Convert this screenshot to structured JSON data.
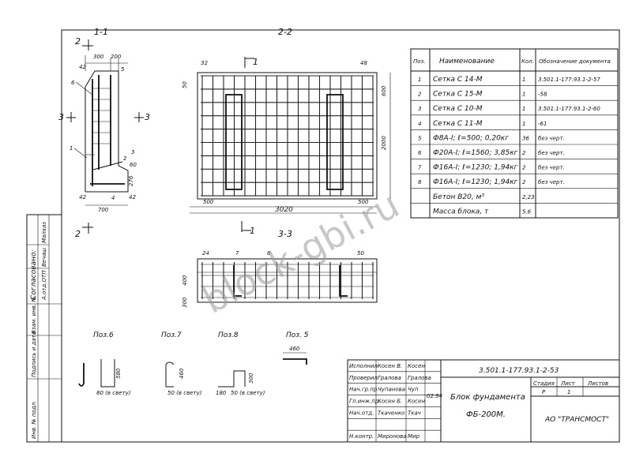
{
  "views": {
    "section_1_1": "1-1",
    "section_2_2": "2-2",
    "section_3_3": "3-3",
    "cut_2": "2",
    "cut_1": "1",
    "cut_3": "3"
  },
  "dims_1_1": {
    "d300": "300",
    "d200": "200",
    "d42a": "42",
    "d60": "60",
    "d276": "276",
    "d42b": "42",
    "d42c": "42",
    "d4": "4",
    "d700": "700",
    "p5": "5",
    "p6": "6",
    "p1": "1",
    "p3": "3",
    "p2": "2"
  },
  "dims_2_2": {
    "d32": "32",
    "d48": "48",
    "d50": "50",
    "d600": "600",
    "d2000": "2000",
    "d500a": "500",
    "d500b": "500",
    "d3020": "3020"
  },
  "dims_3_3": {
    "d24": "24",
    "d7": "7",
    "d8": "8",
    "d50": "50",
    "d400": "400",
    "d300": "300"
  },
  "positions": {
    "poz6": "Поз.6",
    "poz7": "Поз.7",
    "poz8": "Поз.8",
    "poz5": "Поз. 5",
    "d580": "580",
    "d80": "80 (в свету)",
    "d460v": "460",
    "d50": "50 (в свету)",
    "d180": "180",
    "d300": "300",
    "d50b": "50 (в свету)",
    "d460h": "460"
  },
  "spec": {
    "headers": [
      "Поз.",
      "Наименование",
      "Кол.",
      "Обозначение документа"
    ],
    "rows": [
      [
        "1",
        "Сетка С 14-М",
        "1",
        "3.501.1-177.93.1-2-57"
      ],
      [
        "2",
        "Сетка С 15-М",
        "1",
        "-58"
      ],
      [
        "3",
        "Сетка С 10-М",
        "1",
        "3.501.1-177.93.1-2-60"
      ],
      [
        "4",
        "Сетка С 11-М",
        "1",
        "-61"
      ],
      [
        "5",
        "Ф8А-I; ℓ=500; 0,20кг",
        "36",
        "без черт."
      ],
      [
        "6",
        "Ф20А-I; ℓ=1560; 3,85кг",
        "2",
        "без черт."
      ],
      [
        "7",
        "Ф16А-I; ℓ=1230; 1,94кг",
        "2",
        "без черт."
      ],
      [
        "8",
        "Ф16А-I; ℓ=1230; 1,94кг",
        "2",
        "без черт."
      ],
      [
        "",
        "Бетон В20, м³",
        "2,23",
        ""
      ],
      [
        "",
        "Масса блока, т",
        "5,6",
        ""
      ]
    ]
  },
  "title_block": {
    "doc_code": "3.501.1-177.93.1-2-53",
    "title_line1": "Блок фундамента",
    "title_line2": "ФБ-200М.",
    "stage_label": "Стадия",
    "sheet_label": "Лист",
    "sheets_label": "Листов",
    "stage_value": "Р",
    "sheet_value": "1",
    "organization": "АО \"ТРАНСМОСТ\"",
    "date": "02.94",
    "roles": [
      {
        "role": "Исполнил",
        "name": "Косен В.",
        "sign": "Косен"
      },
      {
        "role": "Проверил",
        "name": "Гралова",
        "sign": "Гралова"
      },
      {
        "role": "Нач.гр.пр.",
        "name": "Чупанова",
        "sign": "Чуп"
      },
      {
        "role": "Гл.инж.пр.",
        "name": "Косен Б.",
        "sign": "Косен"
      },
      {
        "role": "Нач.отд.",
        "name": "Ткаченко",
        "sign": "Ткач"
      },
      {
        "role": "",
        "name": "",
        "sign": ""
      },
      {
        "role": "Н.контр.",
        "name": "Миронова",
        "sign": "Мир"
      }
    ]
  },
  "left_stamp": {
    "agreed": "Согласовано:",
    "cells": [
      "А.отд.ОТП",
      "Вечаш",
      "Малхаз"
    ],
    "labels": [
      "Взам. инв. №",
      "Подпись и дата",
      "Инв. № подл."
    ]
  },
  "watermark": "block-gbi.ru"
}
